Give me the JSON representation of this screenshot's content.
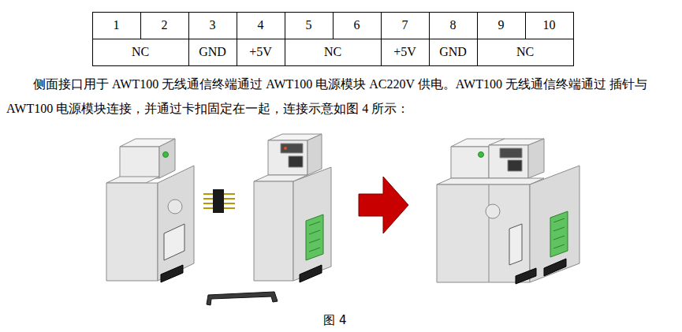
{
  "diagram": {
    "caption": "图 4",
    "labels": [
      "1",
      "2",
      "3",
      "4",
      "5",
      "6",
      "7",
      "8",
      "9",
      "10",
      "NC",
      "GND",
      "+5V",
      "NC",
      "+5V",
      "GND",
      "NC",
      "侧面接口用于 AWT100 无线通信终端通过 AWT100 电源模块 AC220V 供电。AWT100 无线通信终端通过 插针与 AWT100 电源模块连接，并通过卡扣固定在一起，连接示意如图 4 所示："
    ]
  }
}
